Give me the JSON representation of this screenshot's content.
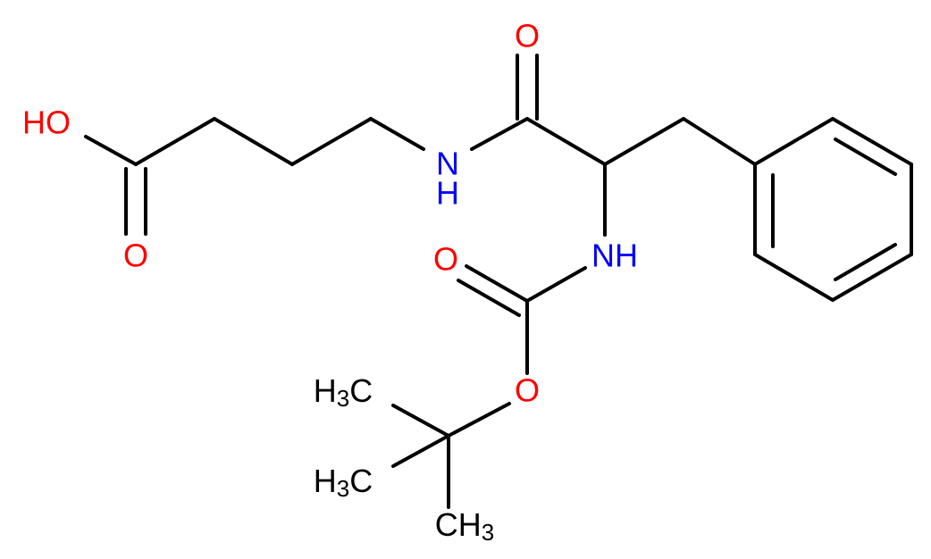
{
  "molecule": {
    "atom_colors": {
      "O": "#ff0000",
      "N": "#0000ff",
      "C": "#000000"
    },
    "labels": {
      "ho": "HO",
      "o_acid": "O",
      "nh_amide": "N",
      "h_amide": "H",
      "o_amide": "O",
      "nh_carbamate": "NH",
      "o_carbonyl": "O",
      "o_ester": "O",
      "ch3_1": {
        "h": "H",
        "sub": "3",
        "c": "C"
      },
      "ch3_2": {
        "h": "H",
        "sub": "3",
        "c": "C"
      },
      "ch3_3": {
        "ch": "CH",
        "sub": "3"
      }
    }
  }
}
